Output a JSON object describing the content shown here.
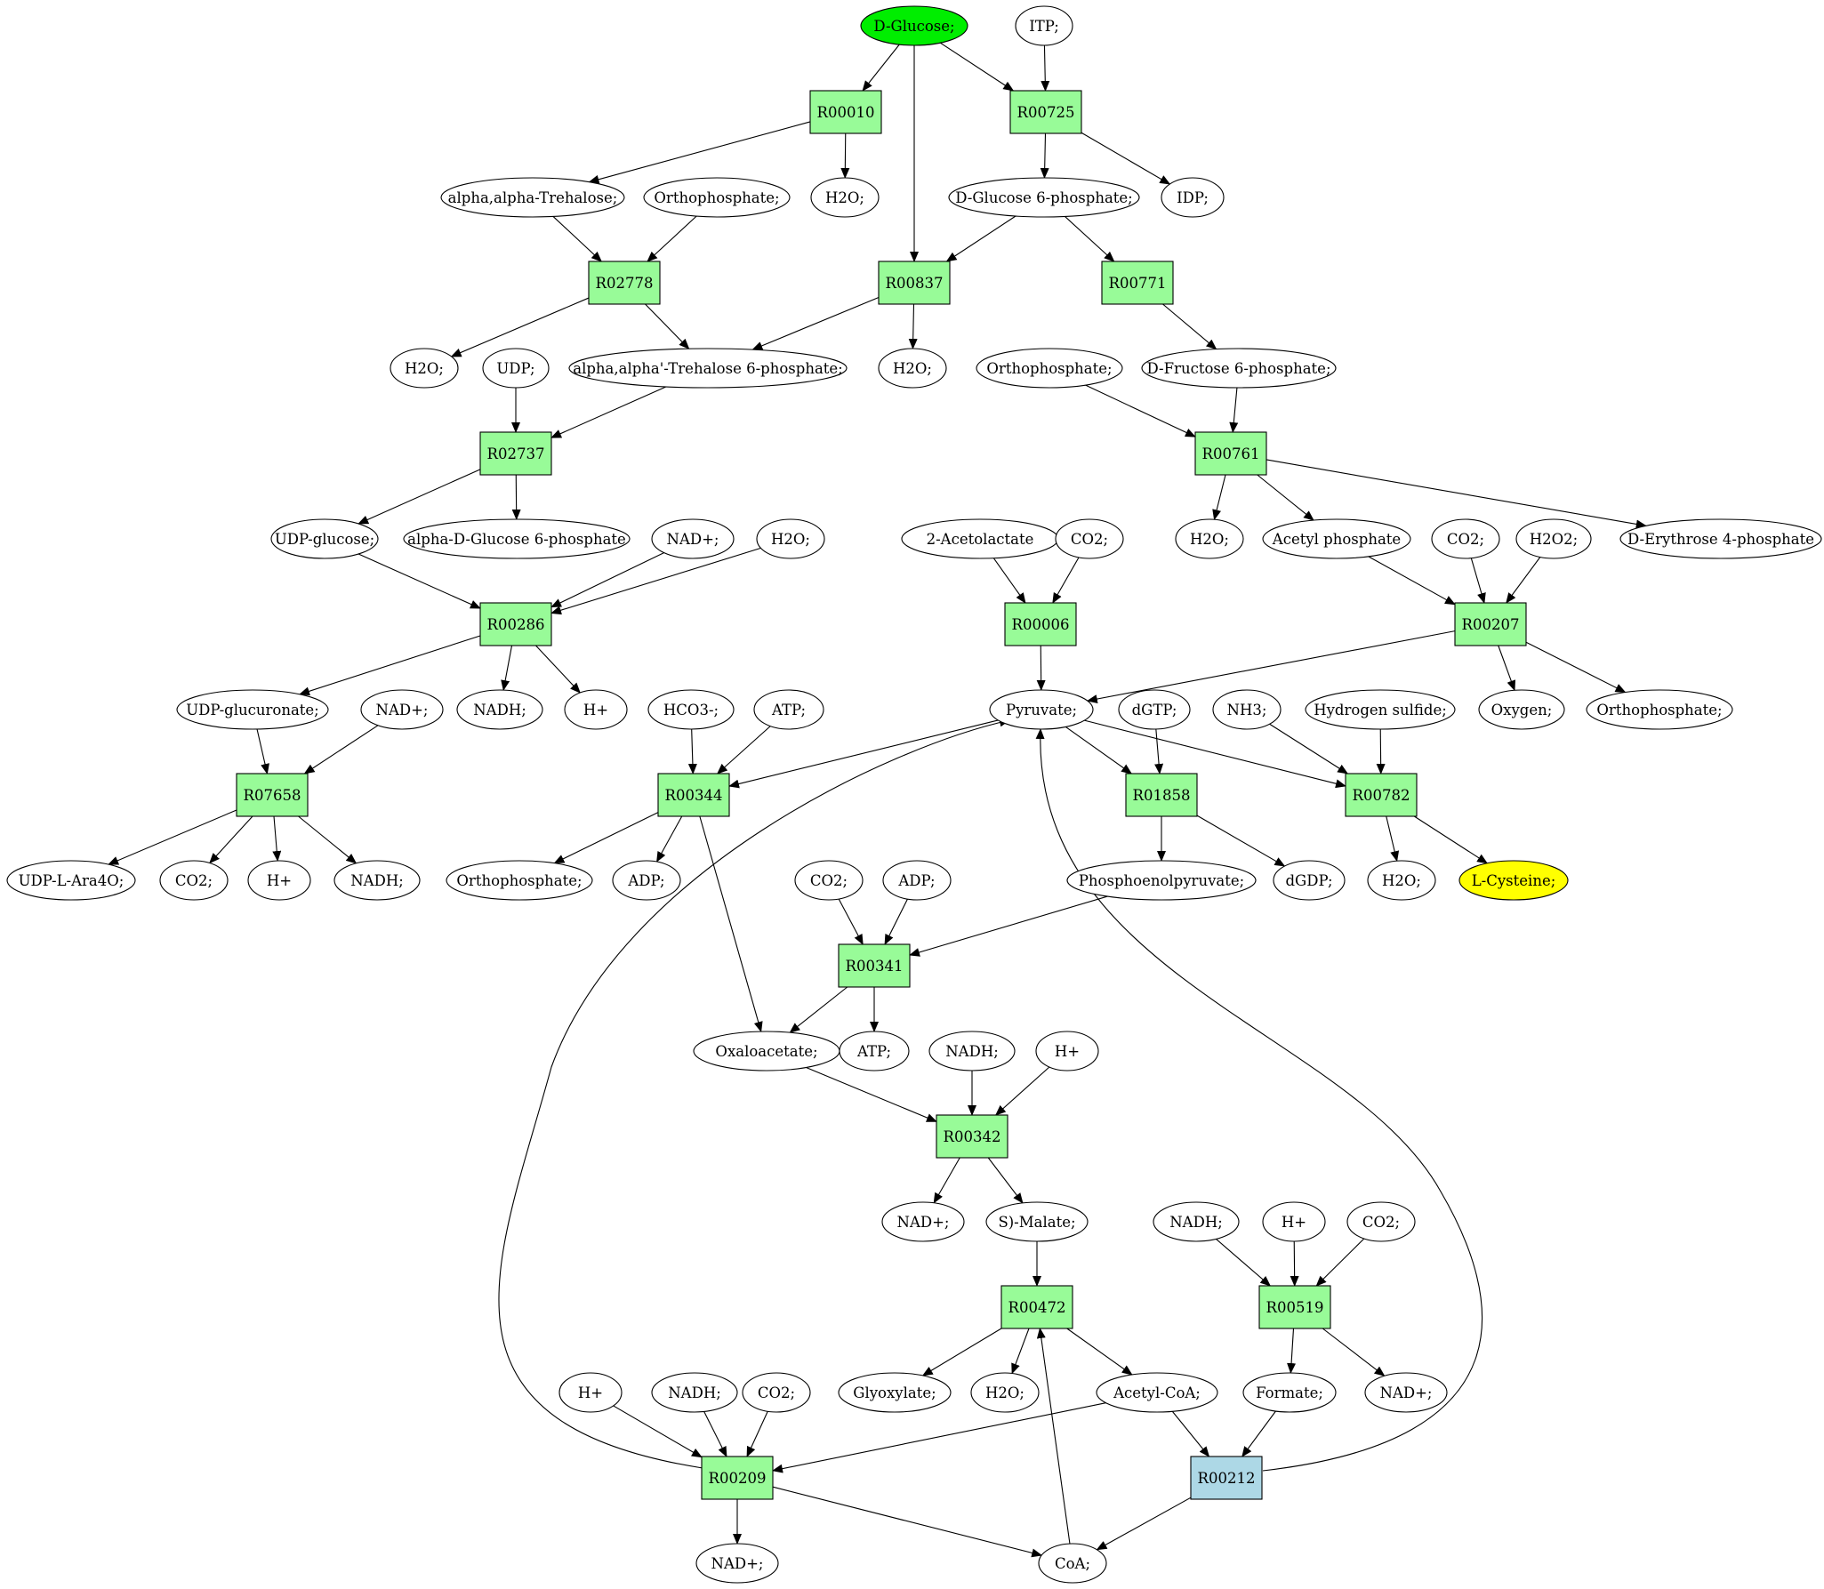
{
  "colors": {
    "start": "#00ee00",
    "target": "#ffff00",
    "reaction": "#98fb98",
    "special_reaction": "#add8e6",
    "metabolite": "#ffffff",
    "line": "#000000"
  },
  "nodes": {
    "dglucose": {
      "label": "D-Glucose;",
      "kind": "start"
    },
    "itp": {
      "label": "ITP;",
      "kind": "metabolite"
    },
    "r00010": {
      "label": "R00010",
      "kind": "reaction"
    },
    "r00725": {
      "label": "R00725",
      "kind": "reaction"
    },
    "trehalose": {
      "label": "alpha,alpha-Trehalose;",
      "kind": "metabolite"
    },
    "orthophosphate_1": {
      "label": "Orthophosphate;",
      "kind": "metabolite"
    },
    "h2o_1": {
      "label": "H2O;",
      "kind": "metabolite"
    },
    "g6p": {
      "label": "D-Glucose 6-phosphate;",
      "kind": "metabolite"
    },
    "idp": {
      "label": "IDP;",
      "kind": "metabolite"
    },
    "r02778": {
      "label": "R02778",
      "kind": "reaction"
    },
    "r00837": {
      "label": "R00837",
      "kind": "reaction"
    },
    "r00771": {
      "label": "R00771",
      "kind": "reaction"
    },
    "h2o_2": {
      "label": "H2O;",
      "kind": "metabolite"
    },
    "udp": {
      "label": "UDP;",
      "kind": "metabolite"
    },
    "t6p": {
      "label": "alpha,alpha'-Trehalose 6-phosphate;",
      "kind": "metabolite"
    },
    "h2o_3": {
      "label": "H2O;",
      "kind": "metabolite"
    },
    "orthophosphate_2": {
      "label": "Orthophosphate;",
      "kind": "metabolite"
    },
    "f6p": {
      "label": "D-Fructose 6-phosphate;",
      "kind": "metabolite"
    },
    "r02737": {
      "label": "R02737",
      "kind": "reaction"
    },
    "r00761": {
      "label": "R00761",
      "kind": "reaction"
    },
    "udpglucose": {
      "label": "UDP-glucose;",
      "kind": "metabolite"
    },
    "adg6p": {
      "label": "alpha-D-Glucose 6-phosphate",
      "kind": "metabolite"
    },
    "nadp_1": {
      "label": "NAD+;",
      "kind": "metabolite"
    },
    "h2o_4": {
      "label": "H2O;",
      "kind": "metabolite"
    },
    "acetolactate": {
      "label": "2-Acetolactate",
      "kind": "metabolite"
    },
    "co2_1": {
      "label": "CO2;",
      "kind": "metabolite"
    },
    "h2o_5": {
      "label": "H2O;",
      "kind": "metabolite"
    },
    "acetylphosphate": {
      "label": "Acetyl phosphate",
      "kind": "metabolite"
    },
    "co2_2": {
      "label": "CO2;",
      "kind": "metabolite"
    },
    "h2o2": {
      "label": "H2O2;",
      "kind": "metabolite"
    },
    "e4p": {
      "label": "D-Erythrose 4-phosphate",
      "kind": "metabolite"
    },
    "r00286": {
      "label": "R00286",
      "kind": "reaction"
    },
    "r00006": {
      "label": "R00006",
      "kind": "reaction"
    },
    "r00207": {
      "label": "R00207",
      "kind": "reaction"
    },
    "udpglucuronate": {
      "label": "UDP-glucuronate;",
      "kind": "metabolite"
    },
    "nadp_2": {
      "label": "NAD+;",
      "kind": "metabolite"
    },
    "nadh_1": {
      "label": "NADH;",
      "kind": "metabolite"
    },
    "hplus_1": {
      "label": "H+",
      "kind": "metabolite"
    },
    "hco3": {
      "label": "HCO3-;",
      "kind": "metabolite"
    },
    "atp_1": {
      "label": "ATP;",
      "kind": "metabolite"
    },
    "pyruvate": {
      "label": "Pyruvate;",
      "kind": "metabolite"
    },
    "dgtp": {
      "label": "dGTP;",
      "kind": "metabolite"
    },
    "nh3": {
      "label": "NH3;",
      "kind": "metabolite"
    },
    "h2s": {
      "label": "Hydrogen sulfide;",
      "kind": "metabolite"
    },
    "oxygen": {
      "label": "Oxygen;",
      "kind": "metabolite"
    },
    "orthophosphate_3": {
      "label": "Orthophosphate;",
      "kind": "metabolite"
    },
    "r07658": {
      "label": "R07658",
      "kind": "reaction"
    },
    "r00344": {
      "label": "R00344",
      "kind": "reaction"
    },
    "r01858": {
      "label": "R01858",
      "kind": "reaction"
    },
    "r00782": {
      "label": "R00782",
      "kind": "reaction"
    },
    "udplara4o": {
      "label": "UDP-L-Ara4O;",
      "kind": "metabolite"
    },
    "co2_3": {
      "label": "CO2;",
      "kind": "metabolite"
    },
    "hplus_2": {
      "label": "H+",
      "kind": "metabolite"
    },
    "nadh_2": {
      "label": "NADH;",
      "kind": "metabolite"
    },
    "orthophosphate_4": {
      "label": "Orthophosphate;",
      "kind": "metabolite"
    },
    "adp_1": {
      "label": "ADP;",
      "kind": "metabolite"
    },
    "pep": {
      "label": "Phosphoenolpyruvate;",
      "kind": "metabolite"
    },
    "dgdp": {
      "label": "dGDP;",
      "kind": "metabolite"
    },
    "h2o_6": {
      "label": "H2O;",
      "kind": "metabolite"
    },
    "lcysteine": {
      "label": "L-Cysteine;",
      "kind": "target"
    },
    "co2_4": {
      "label": "CO2;",
      "kind": "metabolite"
    },
    "adp_2": {
      "label": "ADP;",
      "kind": "metabolite"
    },
    "r00341": {
      "label": "R00341",
      "kind": "reaction"
    },
    "oxaloacetate": {
      "label": "Oxaloacetate;",
      "kind": "metabolite"
    },
    "atp_2": {
      "label": "ATP;",
      "kind": "metabolite"
    },
    "nadh_3": {
      "label": "NADH;",
      "kind": "metabolite"
    },
    "hplus_3": {
      "label": "H+",
      "kind": "metabolite"
    },
    "r00342": {
      "label": "R00342",
      "kind": "reaction"
    },
    "nadp_3": {
      "label": "NAD+;",
      "kind": "metabolite"
    },
    "smalate": {
      "label": "S)-Malate;",
      "kind": "metabolite"
    },
    "nadh_4": {
      "label": "NADH;",
      "kind": "metabolite"
    },
    "hplus_4": {
      "label": "H+",
      "kind": "metabolite"
    },
    "co2_5": {
      "label": "CO2;",
      "kind": "metabolite"
    },
    "r00472": {
      "label": "R00472",
      "kind": "reaction"
    },
    "r00519": {
      "label": "R00519",
      "kind": "reaction"
    },
    "glyoxylate": {
      "label": "Glyoxylate;",
      "kind": "metabolite"
    },
    "h2o_7": {
      "label": "H2O;",
      "kind": "metabolite"
    },
    "acetylcoa": {
      "label": "Acetyl-CoA;",
      "kind": "metabolite"
    },
    "formate": {
      "label": "Formate;",
      "kind": "metabolite"
    },
    "nadp_4": {
      "label": "NAD+;",
      "kind": "metabolite"
    },
    "hplus_5": {
      "label": "H+",
      "kind": "metabolite"
    },
    "nadh_5": {
      "label": "NADH;",
      "kind": "metabolite"
    },
    "co2_6": {
      "label": "CO2;",
      "kind": "metabolite"
    },
    "r00209": {
      "label": "R00209",
      "kind": "reaction"
    },
    "r00212": {
      "label": "R00212",
      "kind": "special_reaction"
    },
    "nadp_5": {
      "label": "NAD+;",
      "kind": "metabolite"
    },
    "coa": {
      "label": "CoA;",
      "kind": "metabolite"
    }
  },
  "edges": [
    [
      "dglucose",
      "r00010"
    ],
    [
      "dglucose",
      "r00725"
    ],
    [
      "dglucose",
      "r00837"
    ],
    [
      "itp",
      "r00725"
    ],
    [
      "r00010",
      "trehalose"
    ],
    [
      "r00010",
      "h2o_1"
    ],
    [
      "r00725",
      "g6p"
    ],
    [
      "r00725",
      "idp"
    ],
    [
      "trehalose",
      "r02778"
    ],
    [
      "orthophosphate_1",
      "r02778"
    ],
    [
      "g6p",
      "r00837"
    ],
    [
      "g6p",
      "r00771"
    ],
    [
      "r02778",
      "h2o_2"
    ],
    [
      "r02778",
      "t6p"
    ],
    [
      "r00837",
      "t6p"
    ],
    [
      "r00837",
      "h2o_3"
    ],
    [
      "r00771",
      "f6p"
    ],
    [
      "udp",
      "r02737"
    ],
    [
      "t6p",
      "r02737"
    ],
    [
      "orthophosphate_2",
      "r00761"
    ],
    [
      "f6p",
      "r00761"
    ],
    [
      "r02737",
      "udpglucose"
    ],
    [
      "r02737",
      "adg6p"
    ],
    [
      "r00761",
      "h2o_5"
    ],
    [
      "r00761",
      "acetylphosphate"
    ],
    [
      "r00761",
      "e4p"
    ],
    [
      "udpglucose",
      "r00286"
    ],
    [
      "nadp_1",
      "r00286"
    ],
    [
      "h2o_4",
      "r00286"
    ],
    [
      "acetolactate",
      "r00006"
    ],
    [
      "co2_1",
      "r00006"
    ],
    [
      "acetylphosphate",
      "r00207"
    ],
    [
      "co2_2",
      "r00207"
    ],
    [
      "h2o2",
      "r00207"
    ],
    [
      "r00286",
      "udpglucuronate"
    ],
    [
      "r00286",
      "nadh_1"
    ],
    [
      "r00286",
      "hplus_1"
    ],
    [
      "r00006",
      "pyruvate"
    ],
    [
      "r00207",
      "pyruvate"
    ],
    [
      "r00207",
      "oxygen"
    ],
    [
      "r00207",
      "orthophosphate_3"
    ],
    [
      "udpglucuronate",
      "r07658"
    ],
    [
      "nadp_2",
      "r07658"
    ],
    [
      "hco3",
      "r00344"
    ],
    [
      "atp_1",
      "r00344"
    ],
    [
      "pyruvate",
      "r00344"
    ],
    [
      "pyruvate",
      "r01858"
    ],
    [
      "dgtp",
      "r01858"
    ],
    [
      "pyruvate",
      "r00782"
    ],
    [
      "nh3",
      "r00782"
    ],
    [
      "h2s",
      "r00782"
    ],
    [
      "r07658",
      "udplara4o"
    ],
    [
      "r07658",
      "co2_3"
    ],
    [
      "r07658",
      "hplus_2"
    ],
    [
      "r07658",
      "nadh_2"
    ],
    [
      "r00344",
      "orthophosphate_4"
    ],
    [
      "r00344",
      "adp_1"
    ],
    [
      "r00344",
      "oxaloacetate"
    ],
    [
      "r01858",
      "pep"
    ],
    [
      "r01858",
      "dgdp"
    ],
    [
      "r00782",
      "h2o_6"
    ],
    [
      "r00782",
      "lcysteine"
    ],
    [
      "co2_4",
      "r00341"
    ],
    [
      "adp_2",
      "r00341"
    ],
    [
      "pep",
      "r00341"
    ],
    [
      "r00341",
      "oxaloacetate"
    ],
    [
      "r00341",
      "atp_2"
    ],
    [
      "oxaloacetate",
      "r00342"
    ],
    [
      "nadh_3",
      "r00342"
    ],
    [
      "hplus_3",
      "r00342"
    ],
    [
      "r00342",
      "nadp_3"
    ],
    [
      "r00342",
      "smalate"
    ],
    [
      "smalate",
      "r00472"
    ],
    [
      "nadh_4",
      "r00519"
    ],
    [
      "hplus_4",
      "r00519"
    ],
    [
      "co2_5",
      "r00519"
    ],
    [
      "r00472",
      "glyoxylate"
    ],
    [
      "r00472",
      "h2o_7"
    ],
    [
      "r00472",
      "acetylcoa"
    ],
    [
      "r00519",
      "formate"
    ],
    [
      "r00519",
      "nadp_4"
    ],
    [
      "hplus_5",
      "r00209"
    ],
    [
      "nadh_5",
      "r00209"
    ],
    [
      "co2_6",
      "r00209"
    ],
    [
      "acetylcoa",
      "r00209"
    ],
    [
      "acetylcoa",
      "r00212"
    ],
    [
      "formate",
      "r00212"
    ],
    [
      "r00209",
      "nadp_5"
    ],
    [
      "r00209",
      "coa"
    ],
    [
      "r00212",
      "coa"
    ],
    [
      "coa",
      "r00472"
    ],
    [
      "r00209",
      "pyruvate"
    ],
    [
      "r00212",
      "pyruvate"
    ]
  ]
}
